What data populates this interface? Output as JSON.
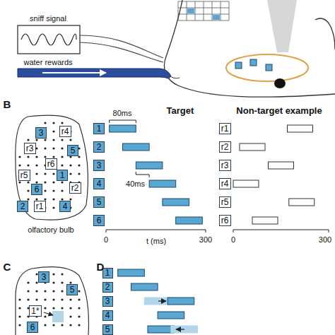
{
  "diagram": {
    "nodes": [
      {
        "text": [
          "3"
        ]
      },
      {
        "text": [
          "r4"
        ]
      },
      {
        "text": [
          "r3"
        ]
      },
      {
        "text": [
          "5"
        ]
      },
      {
        "text": [
          "r6"
        ]
      },
      {
        "text": [
          "r5"
        ]
      },
      {
        "text": [
          "1"
        ]
      },
      {
        "text": [
          "r2"
        ]
      },
      {
        "text": [
          "6"
        ]
      },
      {
        "text": [
          "2"
        ]
      },
      {
        "text": [
          "r1"
        ]
      },
      {
        "text": [
          "4"
        ]
      },
      {
        "text": [
          "1"
        ]
      },
      {
        "text": [
          "2"
        ]
      },
      {
        "text": [
          "3"
        ]
      },
      {
        "text": [
          "4"
        ]
      },
      {
        "text": [
          "5"
        ]
      },
      {
        "text": [
          "6"
        ]
      },
      {
        "text": [
          "r1"
        ]
      },
      {
        "text": [
          "r2"
        ]
      },
      {
        "text": [
          "r3"
        ]
      },
      {
        "text": [
          "r4"
        ]
      },
      {
        "text": [
          "r5"
        ]
      },
      {
        "text": [
          "r6"
        ]
      },
      {
        "text": [
          "3"
        ]
      },
      {
        "text": [
          "5"
        ]
      },
      {
        "text": [
          "1*"
        ]
      },
      {
        "text": [
          "6"
        ]
      },
      {
        "text": [
          "1"
        ]
      },
      {
        "text": [
          "2"
        ]
      },
      {
        "text": [
          "3"
        ]
      },
      {
        "text": [
          "4"
        ]
      },
      {
        "text": [
          "5"
        ]
      }
    ],
    "labels": [
      "sniff signal",
      "water rewards",
      "B",
      "olfactory bulb",
      "Target",
      "80ms",
      "40ms",
      "0",
      "300",
      "t (ms)",
      "Non-target example",
      "0",
      "300",
      "C",
      "D"
    ]
  }
}
